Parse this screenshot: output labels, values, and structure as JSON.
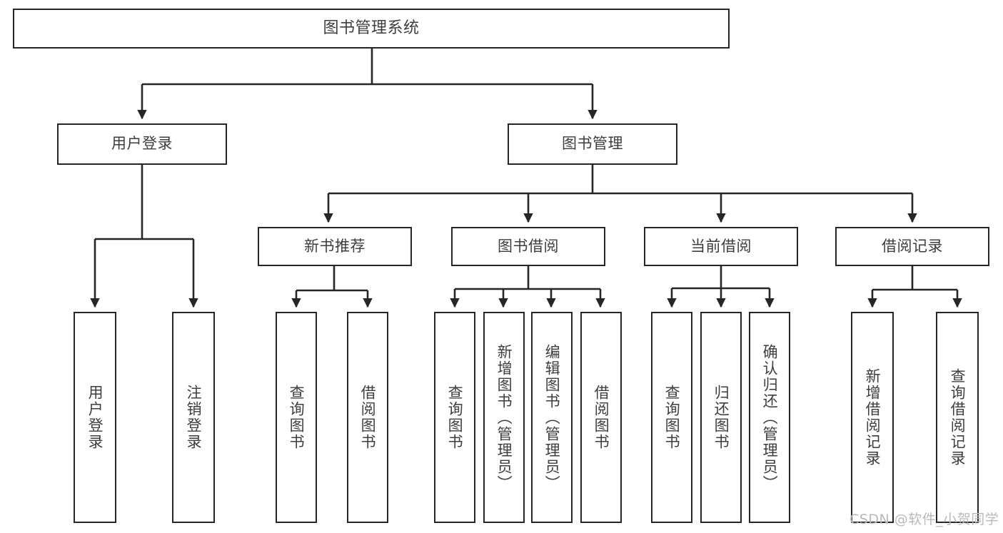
{
  "diagram": {
    "title": "图书管理系统",
    "type": "tree-hierarchy-diagram",
    "colors": {
      "border": "#262626",
      "text": "#3d3d3d",
      "background": "#ffffff",
      "edge": "#262626",
      "watermark": "#b9b9b9"
    },
    "nodes": {
      "root": {
        "label": "图书管理系统"
      },
      "level2": [
        {
          "label": "用户登录"
        },
        {
          "label": "图书管理"
        }
      ],
      "level3": [
        {
          "label": "新书推荐"
        },
        {
          "label": "图书借阅"
        },
        {
          "label": "当前借阅"
        },
        {
          "label": "借阅记录"
        }
      ],
      "leaves": {
        "user_login": [
          {
            "label": "用户登录"
          },
          {
            "label": "注销登录"
          }
        ],
        "new_book_recommend": [
          {
            "label": "查询图书"
          },
          {
            "label": "借阅图书"
          }
        ],
        "book_borrow": [
          {
            "label": "查询图书"
          },
          {
            "label": "新增图书（管理员）"
          },
          {
            "label": "编辑图书（管理员）"
          },
          {
            "label": "借阅图书"
          }
        ],
        "current_borrow": [
          {
            "label": "查询图书"
          },
          {
            "label": "归还图书"
          },
          {
            "label": "确认归还（管理员）"
          }
        ],
        "borrow_record": [
          {
            "label": "新增借阅记录"
          },
          {
            "label": "查询借阅记录"
          }
        ]
      }
    }
  },
  "watermark": {
    "text": "CSDN @软件_小贺同学"
  }
}
